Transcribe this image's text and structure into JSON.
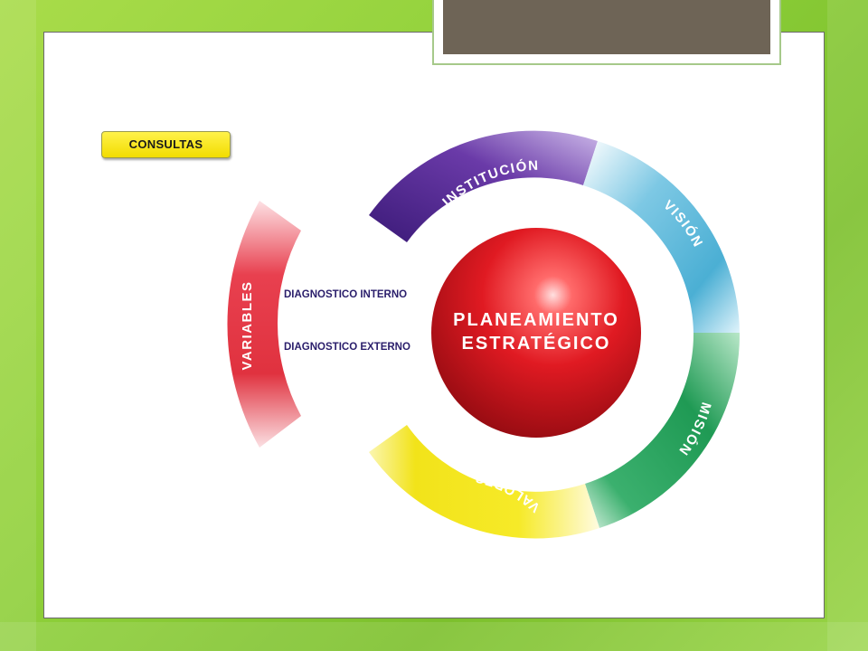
{
  "button": {
    "consultas": "CONSULTAS"
  },
  "center": {
    "line1": "PLANEAMIENTO",
    "line2": "ESTRATÉGICO"
  },
  "ring_segments": {
    "institucion": "INSTITUCIÓN",
    "vision": "VISIÓN",
    "mision": "MISIÓN",
    "valores": "VALORES"
  },
  "variables": {
    "label": "VARIABLES",
    "items": [
      "DIAGNOSTICO INTERNO",
      "DIAGNOSTICO EXTERNO"
    ]
  },
  "colors": {
    "institucion": "#5b2d9a",
    "vision": "#4fb3d6",
    "mision": "#1e9a55",
    "valores": "#f1e71c",
    "variables": "#e23a4c",
    "center": "#d9101c",
    "button": "#f7e51a"
  }
}
